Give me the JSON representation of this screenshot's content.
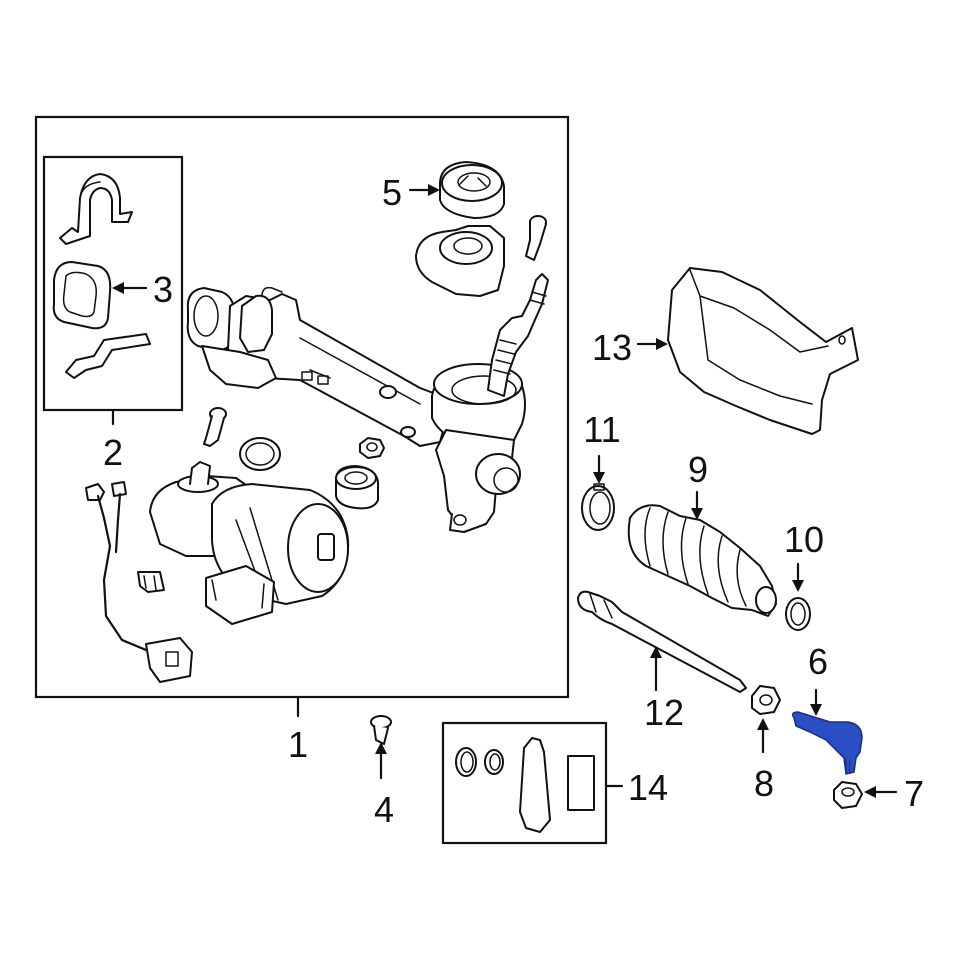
{
  "callouts": {
    "c1": "1",
    "c2": "2",
    "c3": "3",
    "c4": "4",
    "c5": "5",
    "c6": "6",
    "c7": "7",
    "c8": "8",
    "c9": "9",
    "c10": "10",
    "c11": "11",
    "c12": "12",
    "c13": "13",
    "c14": "14"
  },
  "colors": {
    "highlight": "#2a4fc4",
    "line": "#111111",
    "background": "#ffffff"
  }
}
